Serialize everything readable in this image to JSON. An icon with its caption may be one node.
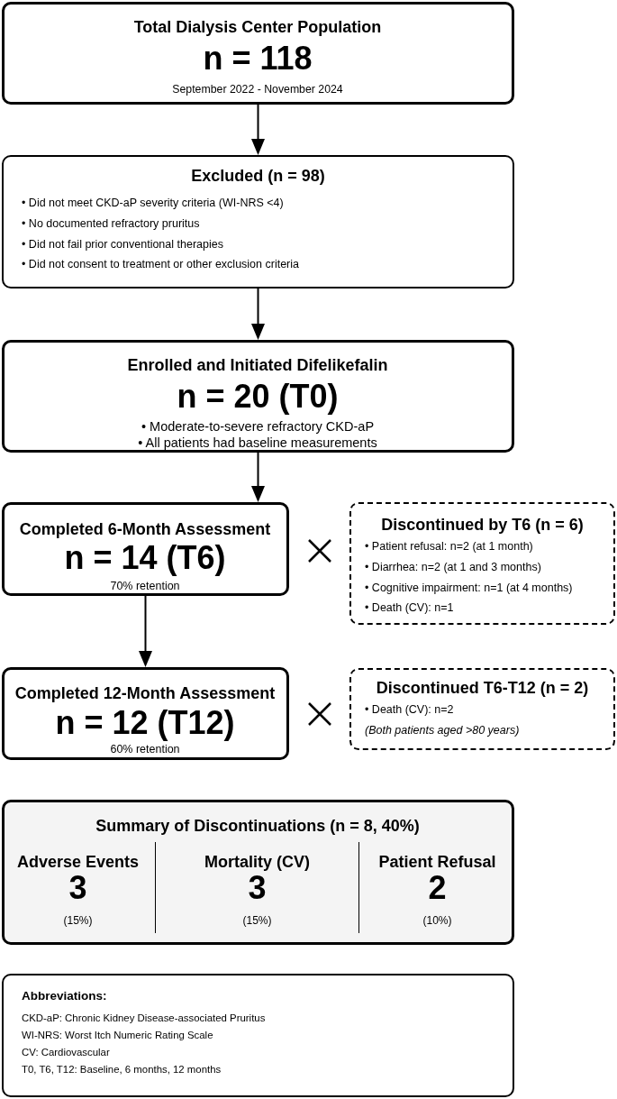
{
  "diagram": {
    "nodes": [
      {
        "text": [
          "Total Dialysis Center Population",
          "n = 118",
          "September 2022 - November 2024"
        ]
      },
      {
        "text": [
          "Excluded (n = 98)",
          "• Did not meet CKD-aP severity criteria (WI-NRS <4)",
          "• No documented refractory pruritus",
          "• Did not fail prior conventional therapies",
          "• Did not consent to treatment or other exclusion criteria"
        ]
      },
      {
        "text": [
          "Enrolled and Initiated Difelikefalin",
          "n = 20 (T0)",
          "• Moderate-to-severe refractory CKD-aP",
          "• All patients had baseline measurements"
        ]
      },
      {
        "text": [
          "Completed 6-Month Assessment",
          "n = 14 (T6)",
          "70% retention"
        ]
      },
      {
        "text": [
          "Discontinued by T6 (n = 6)",
          "• Patient refusal: n=2 (at 1 month)",
          "• Diarrhea: n=2 (at 1 and 3 months)",
          "• Cognitive impairment: n=1 (at 4 months)",
          "• Death (CV): n=1"
        ]
      },
      {
        "text": [
          "Completed 12-Month Assessment",
          "n = 12 (T12)",
          "60% retention"
        ]
      },
      {
        "text": [
          "Discontinued T6-T12 (n = 2)",
          "• Death (CV): n=2",
          "(Both patients aged >80 years)"
        ]
      },
      {
        "text": [
          "Summary of Discontinuations (n = 8, 40%)",
          "Adverse Events",
          "3",
          "(15%)",
          "Mortality (CV)",
          "3",
          "(15%)",
          "Patient Refusal",
          "2",
          "(10%)"
        ]
      },
      {
        "text": [
          "Abbreviations:",
          "CKD-aP: Chronic Kidney Disease-associated Pruritus",
          "WI-NRS: Worst Itch Numeric Rating Scale",
          "CV: Cardiovascular",
          "T0, T6, T12: Baseline, 6 months, 12 months"
        ]
      }
    ],
    "edges": [
      {
        "from": 0,
        "to": 1,
        "arrow": "to"
      },
      {
        "from": 1,
        "to": 2,
        "arrow": "to"
      },
      {
        "from": 2,
        "to": 3,
        "arrow": "to"
      },
      {
        "from": 3,
        "to": 5,
        "arrow": "to"
      }
    ]
  }
}
